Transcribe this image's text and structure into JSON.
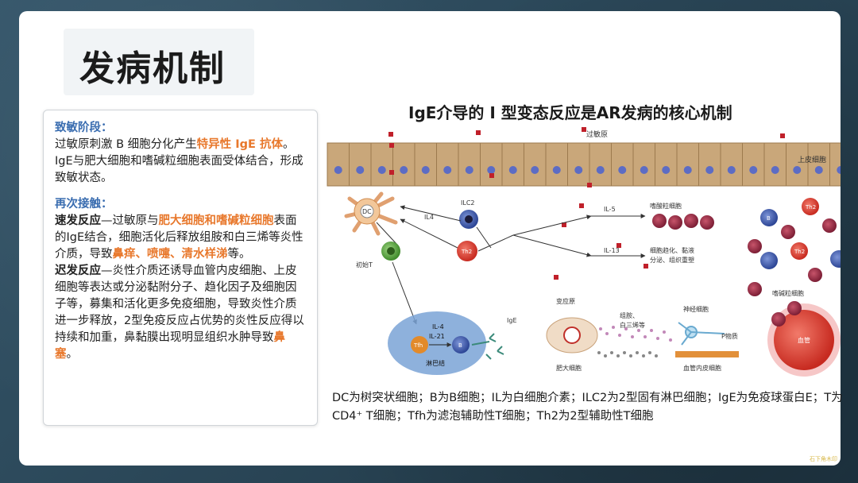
{
  "slide_title": "发病机制",
  "left_panel": {
    "sensitization_heading": "致敏阶段：",
    "sensitization_p1_a": "过敏原刺激 B 细胞分化产生",
    "sensitization_p1_highlight": "特异性 IgE 抗体",
    "sensitization_p1_b": "。",
    "sensitization_p2": "IgE与肥大细胞和嗜碱粒细胞表面受体结合，形成致敏状态。",
    "reexposure_heading": "再次接触：",
    "immediate_label": "速发反应",
    "immediate_a": "—过敏原与",
    "immediate_highlight1": "肥大细胞和嗜碱粒细胞",
    "immediate_b": "表面的IgE结合，细胞活化后释放组胺和白三烯等炎性介质，导致",
    "immediate_highlight2": "鼻痒、喷嚏、清水样涕",
    "immediate_c": "等。",
    "late_label": "迟发反应",
    "late_a": "—炎性介质还诱导血管内皮细胞、上皮细胞等表达或分泌黏附分子、趋化因子及细胞因子等，募集和活化更多免疫细胞，导致炎性介质进一步释放，2型免疫反应占优势的炎性反应得以持续和加重，鼻黏膜出现明显组织水肿导致",
    "late_highlight": "鼻塞",
    "late_b": "。"
  },
  "diagram": {
    "title": "IgE介导的 I 型变态反应是AR发病的核心机制",
    "labels": {
      "allergen_top": "过敏原",
      "epithelium": "上皮细胞",
      "dc": "DC",
      "ilc2": "ILC2",
      "il4": "IL4",
      "th2": "Th2",
      "naive_t": "初始T",
      "il5": "IL-5",
      "il13": "IL-13",
      "eosinophil": "嗜酸粒细胞",
      "il13_effect_line1": "细胞趋化、黏液",
      "il13_effect_line2": "分泌、组织重塑",
      "lymph_il4": "IL-4",
      "lymph_il21": "IL-21",
      "tfh": "Tfh",
      "b": "B",
      "ige": "IgE",
      "lymph_node": "淋巴结",
      "allergen_mast": "变应原",
      "mediators_line1": "组胺、",
      "mediators_line2": "白三烯等",
      "nerve_cell": "神经细胞",
      "substance_p": "P物质",
      "mast_cell": "肥大细胞",
      "endothelial": "血管内皮细胞",
      "basophil": "嗜碱粒细胞",
      "vessel": "血管",
      "right_th2": "Th2"
    },
    "caption": "DC为树突状细胞；B为B细胞；IL为白细胞介素；ILC2为2型固有淋巴细胞；IgE为免疫球蛋白E；T为CD4⁺ T细胞；Tfh为滤泡辅助性T细胞；Th2为2型辅助性T细胞"
  },
  "watermark": "石下角木印",
  "colors": {
    "heading_blue": "#3a6db0",
    "highlight_orange": "#e8782c",
    "cell_red": "#d93a2e",
    "cell_blue": "#3b56a8",
    "lymph_blue": "#7aa3d6"
  }
}
